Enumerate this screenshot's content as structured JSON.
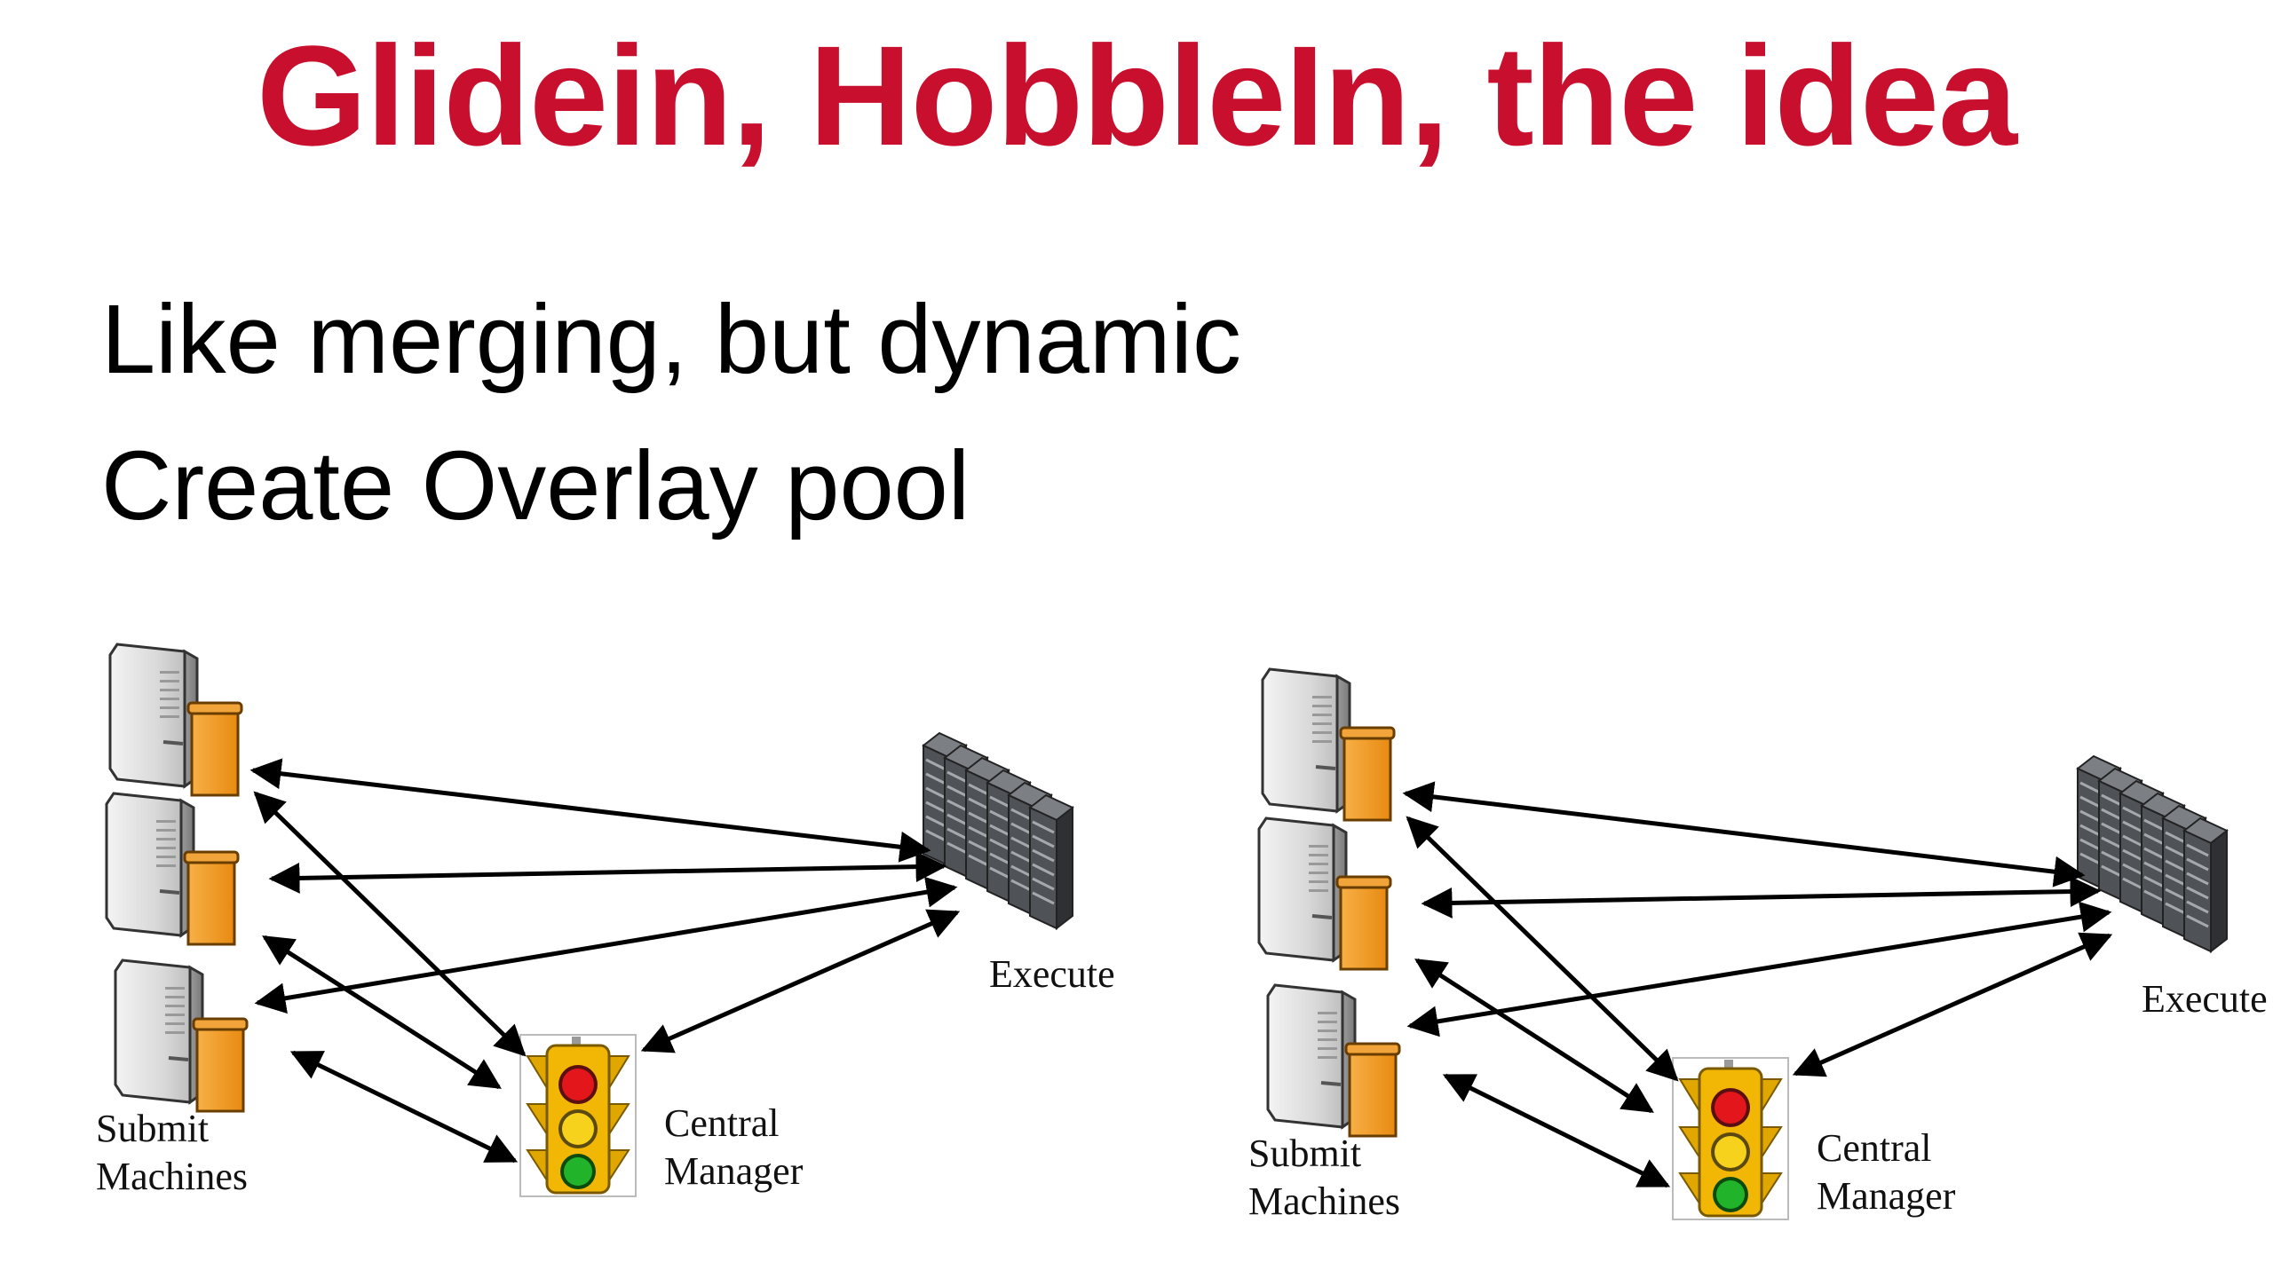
{
  "slide": {
    "title": "Glidein, HobbleIn, the idea",
    "bullets": [
      "Like merging, but dynamic",
      "Create Overlay pool"
    ]
  },
  "diagram_left": {
    "submit_label_1": "Submit",
    "submit_label_2": "Machines",
    "cm_label_1": "Central",
    "cm_label_2": "Manager",
    "execute_label": "Execute"
  },
  "diagram_right": {
    "submit_label_1": "Submit",
    "submit_label_2": "Machines",
    "cm_label_1": "Central",
    "cm_label_2": "Manager",
    "execute_label": "Execute"
  },
  "colors": {
    "title": "#c8102e",
    "scroll": "#f39a1e",
    "tower": "#d9d9d9",
    "cluster": "#4a4d52",
    "arrow": "#000000"
  }
}
